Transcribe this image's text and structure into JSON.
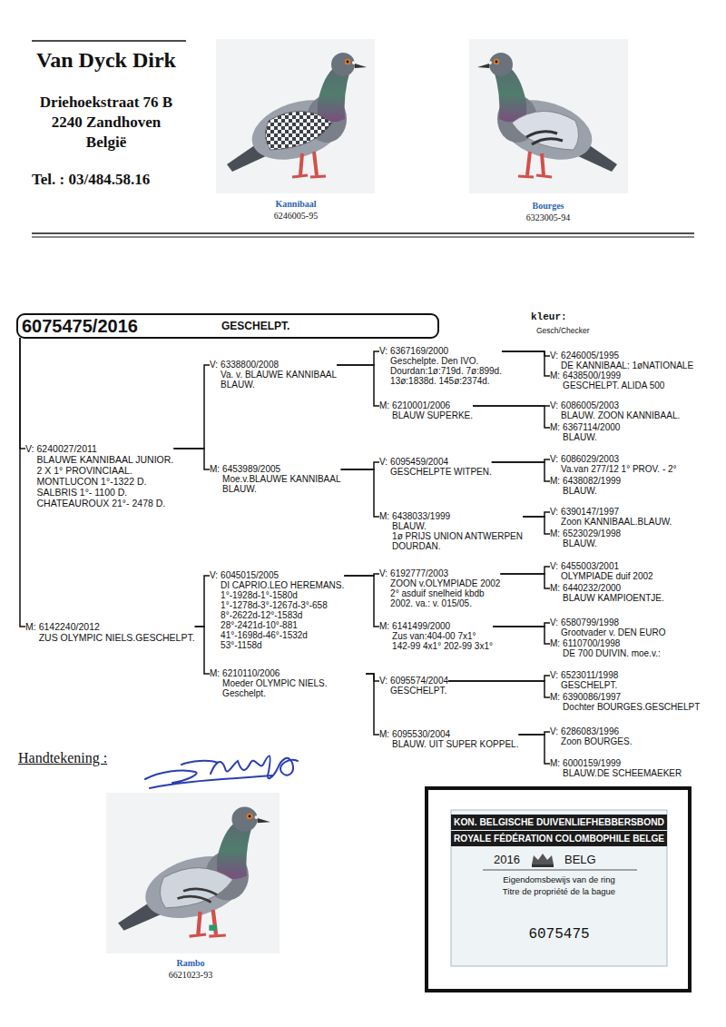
{
  "diagram": {
    "title": "Van Dyck Dirk",
    "nodes": [
      {
        "text": [
          "6075475/2016",
          "GESCHELPT."
        ]
      },
      {
        "text": [
          "V:",
          "6240027/2011",
          "BLAUWE KANNIBAAL JUNIOR.",
          "2 X 1° PROVINCIAAL.",
          "MONTLUCON 1°-1322 D.",
          "SALBRIS 1°- 1100 D.",
          "CHATEAUROUX 21°- 2478 D."
        ]
      },
      {
        "text": [
          "M:",
          "6142240/2012",
          "ZUS OLYMPIC NIELS.GESCHELPT."
        ]
      },
      {
        "text": [
          "V:",
          "6338800/2008",
          "Va. v. BLAUWE KANNIBAAL",
          "BLAUW."
        ]
      },
      {
        "text": [
          "M:",
          "6453989/2005",
          "Moe.v.BLAUWE KANNIBAAL",
          "BLAUW."
        ]
      },
      {
        "text": [
          "V:",
          "6045015/2005",
          "DI CAPRIO.LEO HEREMANS.",
          "1°-1928d-1°-1580d",
          "1°-1278d-3°-1267d-3°-658",
          "8°-2622d-12°-1583d",
          "28°-2421d-10°-881",
          "41°-1698d-46°-1532d",
          "53°-1158d"
        ]
      },
      {
        "text": [
          "M:",
          "6210110/2006",
          "Moeder OLYMPIC NIELS. Geschelpt."
        ]
      },
      {
        "text": [
          "V:",
          "6367169/2000",
          "Geschelpte. Den IVO.",
          "Dourdan:1ø:719d. 7ø:899d.",
          "13ø:1838d. 145ø:2374d."
        ]
      },
      {
        "text": [
          "M:",
          "6210001/2006",
          "BLAUW SUPERKE."
        ]
      },
      {
        "text": [
          "V:",
          "6095459/2004",
          "GESCHELPTE WITPEN."
        ]
      },
      {
        "text": [
          "M:",
          "6438033/1999",
          "BLAUW.",
          "1ø PRIJS UNION ANTWERPEN",
          "DOURDAN."
        ]
      },
      {
        "text": [
          "V:",
          "6192777/2003",
          "ZOON v.OLYMPIADE 2002",
          "2° asduif snelheid kbdb",
          "2002. va.: v. 015/05."
        ]
      },
      {
        "text": [
          "M:",
          "6141499/2000",
          "Zus van:404-00 7x1°",
          "142-99 4x1° 202-99 3x1°"
        ]
      },
      {
        "text": [
          "V:",
          "6095574/2004",
          "GESCHELPT."
        ]
      },
      {
        "text": [
          "M:",
          "6095530/2004",
          "BLAUW. UIT SUPER KOPPEL."
        ]
      },
      {
        "text": [
          "V:",
          "6246005/1995",
          "DE KANNIBAAL: 1øNATIONALE"
        ]
      },
      {
        "text": [
          "M:",
          "6438500/1999",
          "GESCHELPT. ALIDA 500"
        ]
      },
      {
        "text": [
          "V:",
          "6086005/2003",
          "BLAUW. ZOON KANNIBAAL."
        ]
      },
      {
        "text": [
          "M:",
          "6367114/2000",
          "BLAUW."
        ]
      },
      {
        "text": [
          "V:",
          "6086029/2003",
          "Va.van 277/12 1° PROV. - 2°"
        ]
      },
      {
        "text": [
          "M:",
          "6438082/1999",
          "BLAUW."
        ]
      },
      {
        "text": [
          "V:",
          "6390147/1997",
          "Zoon KANNIBAAL.BLAUW."
        ]
      },
      {
        "text": [
          "M:",
          "6523029/1998",
          "BLAUW."
        ]
      },
      {
        "text": [
          "V:",
          "6455003/2001",
          "OLYMPIADE duif 2002"
        ]
      },
      {
        "text": [
          "M:",
          "6440232/2000",
          "BLAUW KAMPIOENTJE."
        ]
      },
      {
        "text": [
          "V:",
          "6580799/1998",
          "Grootvader v. DEN EURO"
        ]
      },
      {
        "text": [
          "M:",
          "6110700/1998",
          "DE 700 DUIVIN. moe.v.:"
        ]
      },
      {
        "text": [
          "V:",
          "6523011/1998",
          "GESCHELPT."
        ]
      },
      {
        "text": [
          "M:",
          "6390086/1997",
          "Dochter BOURGES.GESCHELPT"
        ]
      },
      {
        "text": [
          "V:",
          "6286083/1996",
          "Zoon BOURGES."
        ]
      },
      {
        "text": [
          "M:",
          "6000159/1999",
          "BLAUW.DE SCHEEMAEKER"
        ]
      },
      {
        "text": [
          "KON. BELGISCHE DUIVENLIEFHEBBERSBOND",
          "ROYALE FÉDÉRATION COLOMBOPHILE BELGE",
          "2016",
          "BELG",
          "Eigendomsbewijs van de ring",
          "Titre de propriété de la bague",
          "6075475"
        ]
      }
    ],
    "edges": [
      {
        "from": 0,
        "to": 1,
        "arrow": "none"
      },
      {
        "from": 0,
        "to": 2,
        "arrow": "none"
      },
      {
        "from": 1,
        "to": 3,
        "arrow": "none"
      },
      {
        "from": 1,
        "to": 4,
        "arrow": "none"
      },
      {
        "from": 2,
        "to": 5,
        "arrow": "none"
      },
      {
        "from": 2,
        "to": 6,
        "arrow": "none"
      },
      {
        "from": 3,
        "to": 7,
        "arrow": "none"
      },
      {
        "from": 3,
        "to": 8,
        "arrow": "none"
      },
      {
        "from": 4,
        "to": 9,
        "arrow": "none"
      },
      {
        "from": 4,
        "to": 10,
        "arrow": "none"
      },
      {
        "from": 5,
        "to": 11,
        "arrow": "none"
      },
      {
        "from": 5,
        "to": 12,
        "arrow": "none"
      },
      {
        "from": 6,
        "to": 13,
        "arrow": "none"
      },
      {
        "from": 6,
        "to": 14,
        "arrow": "none"
      },
      {
        "from": 7,
        "to": 15,
        "arrow": "none"
      },
      {
        "from": 7,
        "to": 16,
        "arrow": "none"
      },
      {
        "from": 8,
        "to": 17,
        "arrow": "none"
      },
      {
        "from": 8,
        "to": 18,
        "arrow": "none"
      },
      {
        "from": 9,
        "to": 19,
        "arrow": "none"
      },
      {
        "from": 9,
        "to": 20,
        "arrow": "none"
      },
      {
        "from": 10,
        "to": 21,
        "arrow": "none"
      },
      {
        "from": 10,
        "to": 22,
        "arrow": "none"
      },
      {
        "from": 11,
        "to": 23,
        "arrow": "none"
      },
      {
        "from": 11,
        "to": 24,
        "arrow": "none"
      },
      {
        "from": 12,
        "to": 25,
        "arrow": "none"
      },
      {
        "from": 12,
        "to": 26,
        "arrow": "none"
      },
      {
        "from": 13,
        "to": 27,
        "arrow": "none"
      },
      {
        "from": 13,
        "to": 28,
        "arrow": "none"
      },
      {
        "from": 14,
        "to": 29,
        "arrow": "none"
      },
      {
        "from": 14,
        "to": 30,
        "arrow": "none"
      }
    ],
    "labels": [
      "Driehoekstraat 76 B",
      "2240 Zandhoven",
      "België",
      "Tel. : 03/484.58.16",
      "Kannibaal",
      "6246005-95",
      "Bourges",
      "6323005-94",
      "kleur:",
      "Gesch/Checker",
      "Handtekening :",
      "Rambo",
      "6621023-93"
    ]
  }
}
